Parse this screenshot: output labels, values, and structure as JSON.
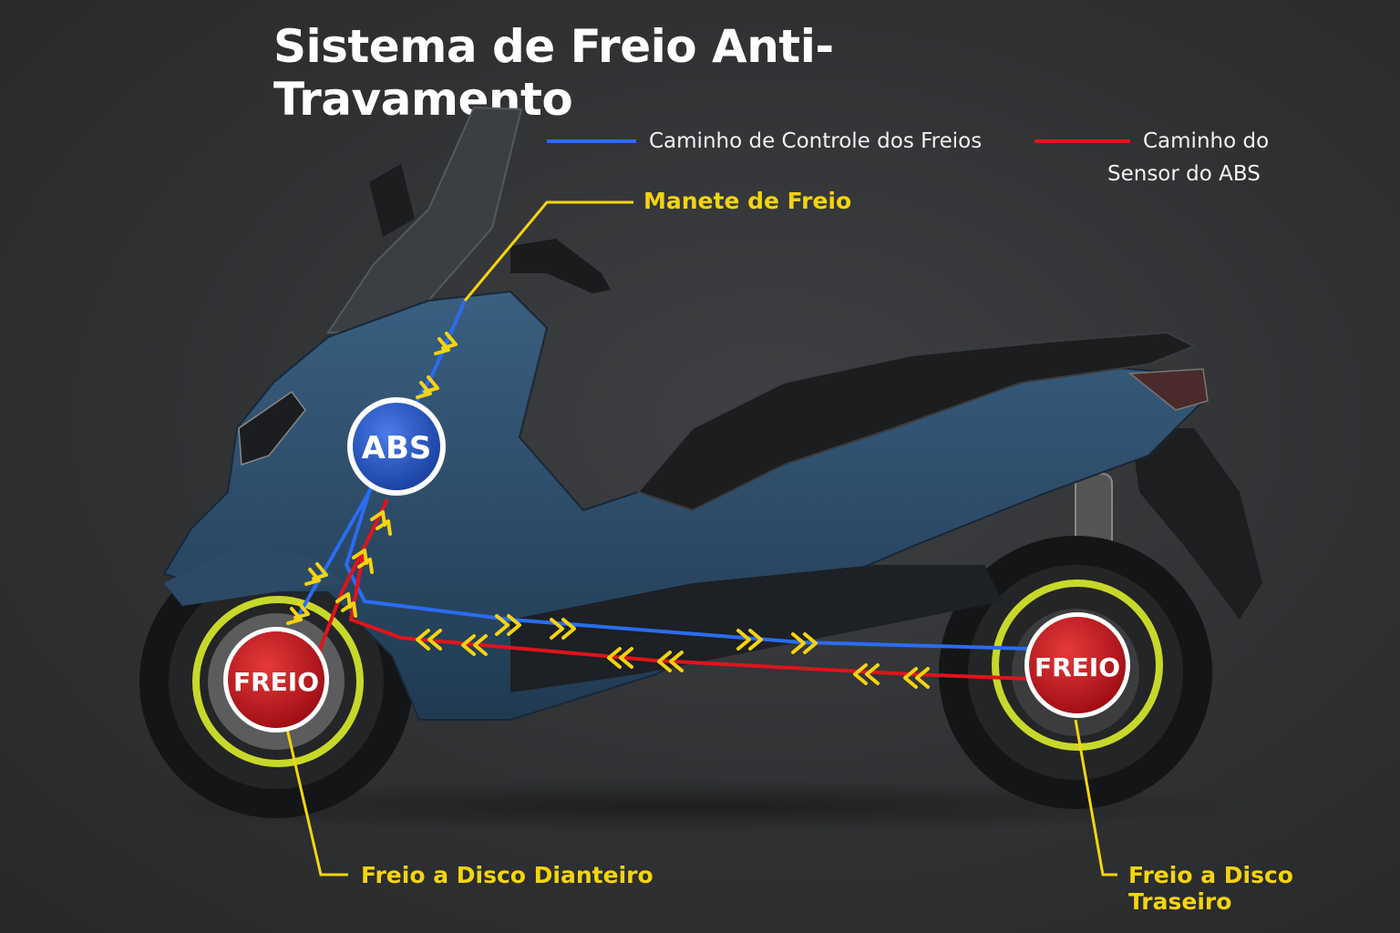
{
  "title": "Sistema de Freio Anti-Travamento",
  "legend": {
    "control_path": {
      "label": "Caminho de Controle dos Freios",
      "color": "#2b6cf0"
    },
    "sensor_path": {
      "label_line1": "Caminho do",
      "label_line2": "Sensor do ABS",
      "color": "#e0141b"
    }
  },
  "callouts": {
    "brake_lever": "Manete de Freio",
    "front_disc": "Freio a Disco Dianteiro",
    "rear_disc": "Freio a Disco Traseiro"
  },
  "badges": {
    "abs": "ABS",
    "front_brake": "FREIO",
    "rear_brake": "FREIO"
  },
  "colors": {
    "accent_yellow": "#f5d40f",
    "ring_green": "#c8d82a",
    "abs_blue": "#1f4fc4",
    "brake_red": "#c8101a",
    "body_blue": "#2c4a66"
  }
}
